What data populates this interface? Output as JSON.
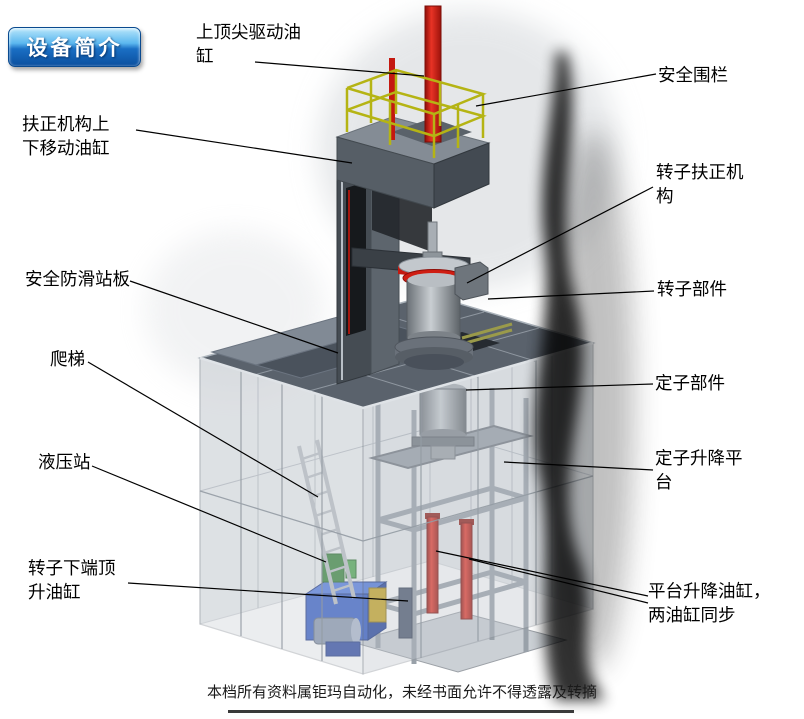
{
  "badge": {
    "label": "设备简介"
  },
  "callouts": {
    "top_tip_drive_cylinder": "上顶尖驱动油\n缸",
    "safety_fence": "安全围栏",
    "centering_updown_cylinder": "扶正机构上\n下移动油缸",
    "rotor_centering_mechanism": "转子扶正机\n构",
    "antislip_platform": "安全防滑站板",
    "rotor_component": "转子部件",
    "ladder": "爬梯",
    "stator_component": "定子部件",
    "hydraulic_station": "液压站",
    "stator_lift_platform": "定子升降平\n台",
    "rotor_bottom_jack_cylinder": "转子下端顶\n升油缸",
    "platform_lift_cylinders": "平台升降油缸，\n两油缸同步"
  },
  "footer": {
    "watermark": "本档所有资料属钜玛自动化，未经书面允许不得透露及转摘"
  },
  "colors": {
    "badge_blue_top": "#8ed3f6",
    "badge_blue_bottom": "#0b4f9e",
    "cylinder_red": "#cf1d12",
    "railing_yellow": "#b5b414",
    "hydraulic_blue": "#2b55c4",
    "machine_gray": "#565e66",
    "pit_gray": "#c6cbd1",
    "label_text": "#000000"
  }
}
